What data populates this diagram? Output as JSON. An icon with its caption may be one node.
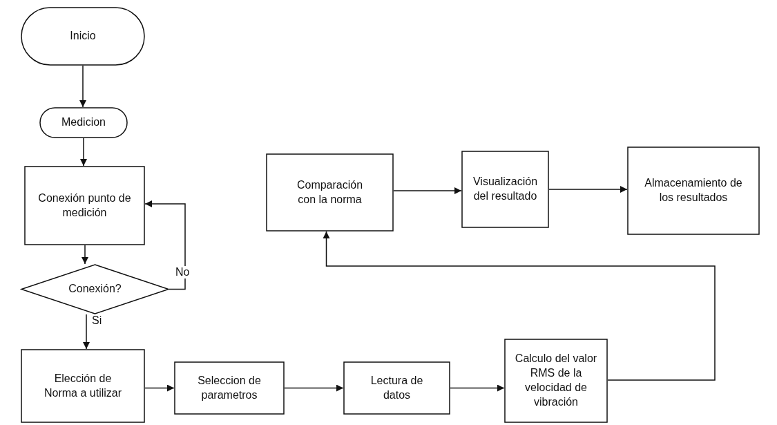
{
  "diagram": {
    "nodes": [
      {
        "text": [
          "Inicio"
        ]
      },
      {
        "text": [
          "Medicion"
        ]
      },
      {
        "text": [
          "Conexión punto de medición"
        ]
      },
      {
        "text": [
          "Conexión?"
        ]
      },
      {
        "text": [
          "Elección de Norma a utilizar"
        ]
      },
      {
        "text": [
          "Seleccion de parametros"
        ]
      },
      {
        "text": [
          "Lectura de datos"
        ]
      },
      {
        "text": [
          "Calculo del valor RMS de la velocidad de vibración"
        ]
      },
      {
        "text": [
          "Comparación con la norma"
        ]
      },
      {
        "text": [
          "Visualización del resultado"
        ]
      },
      {
        "text": [
          "Almacenamiento de los resultados"
        ]
      }
    ],
    "edges": [
      {
        "from": 0,
        "to": 1,
        "arrow": "to"
      },
      {
        "from": 1,
        "to": 2,
        "arrow": "to"
      },
      {
        "from": 2,
        "to": 3,
        "arrow": "to"
      },
      {
        "from": 3,
        "to": 2,
        "arrow": "to",
        "label": "No"
      },
      {
        "from": 3,
        "to": 4,
        "arrow": "to",
        "label": "Si"
      },
      {
        "from": 4,
        "to": 5,
        "arrow": "to"
      },
      {
        "from": 5,
        "to": 6,
        "arrow": "to"
      },
      {
        "from": 6,
        "to": 7,
        "arrow": "to"
      },
      {
        "from": 7,
        "to": 8,
        "arrow": "to"
      },
      {
        "from": 8,
        "to": 9,
        "arrow": "to"
      },
      {
        "from": 9,
        "to": 10,
        "arrow": "to"
      }
    ]
  }
}
